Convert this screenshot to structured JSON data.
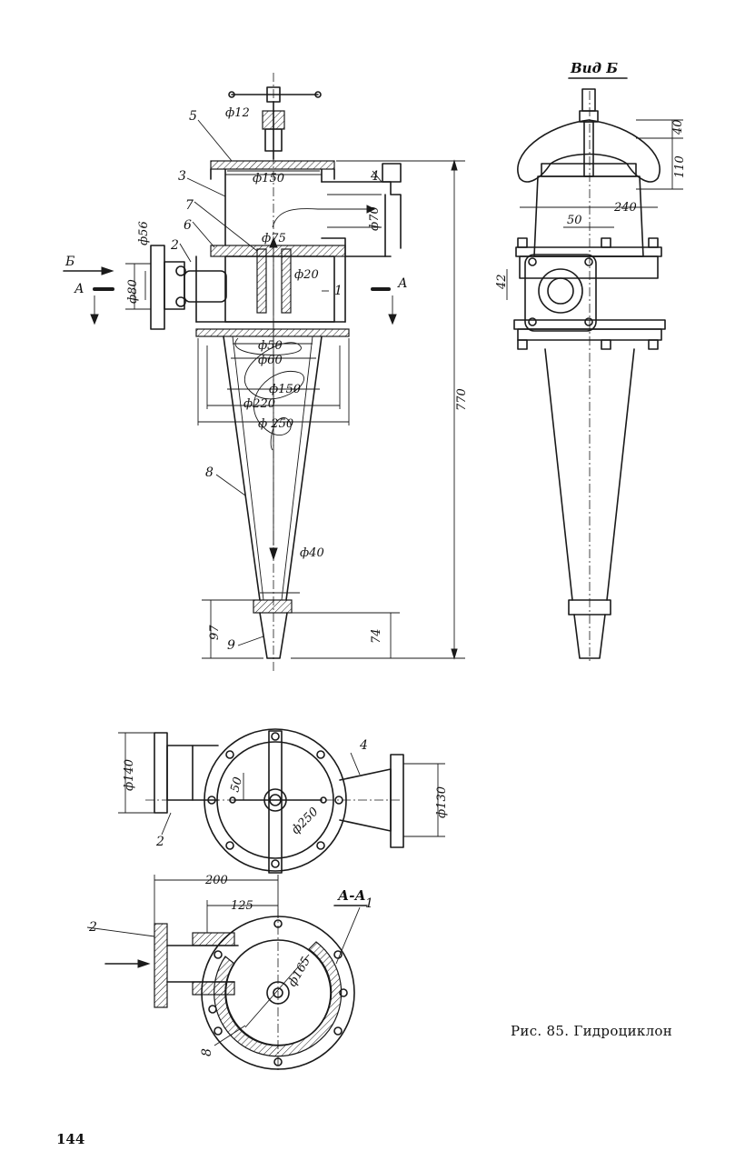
{
  "caption": "Рис. 85. Гидроциклон",
  "page_number": "144",
  "view_b_title": "Вид Б",
  "section_title": "А-А",
  "part_labels": {
    "p1": "1",
    "p2": "2",
    "p3": "3",
    "p4": "4",
    "p5": "5",
    "p6": "6",
    "p7": "7",
    "p8": "8",
    "p9": "9"
  },
  "section_marks": {
    "a_left": "А",
    "a_right": "А",
    "b": "Б"
  },
  "dimensions": {
    "d12": "ф12",
    "d150": "ф150",
    "d70": "ф70",
    "d75": "ф75",
    "d20": "ф20",
    "d56": "ф56",
    "d80": "ф80",
    "d50": "ф50",
    "d60": "ф60",
    "d150b": "ф150",
    "d220": "ф220",
    "d250": "ф 250",
    "d40": "ф40",
    "h770": "770",
    "h97": "97",
    "h74": "74",
    "vb40": "40",
    "vb110": "110",
    "vb240": "240",
    "vb50": "50",
    "vb42": "42",
    "p140": "ф140",
    "p130": "ф130",
    "p50": "50",
    "p250": "ф250",
    "s200": "200",
    "s125": "125",
    "s165": "ф165"
  }
}
